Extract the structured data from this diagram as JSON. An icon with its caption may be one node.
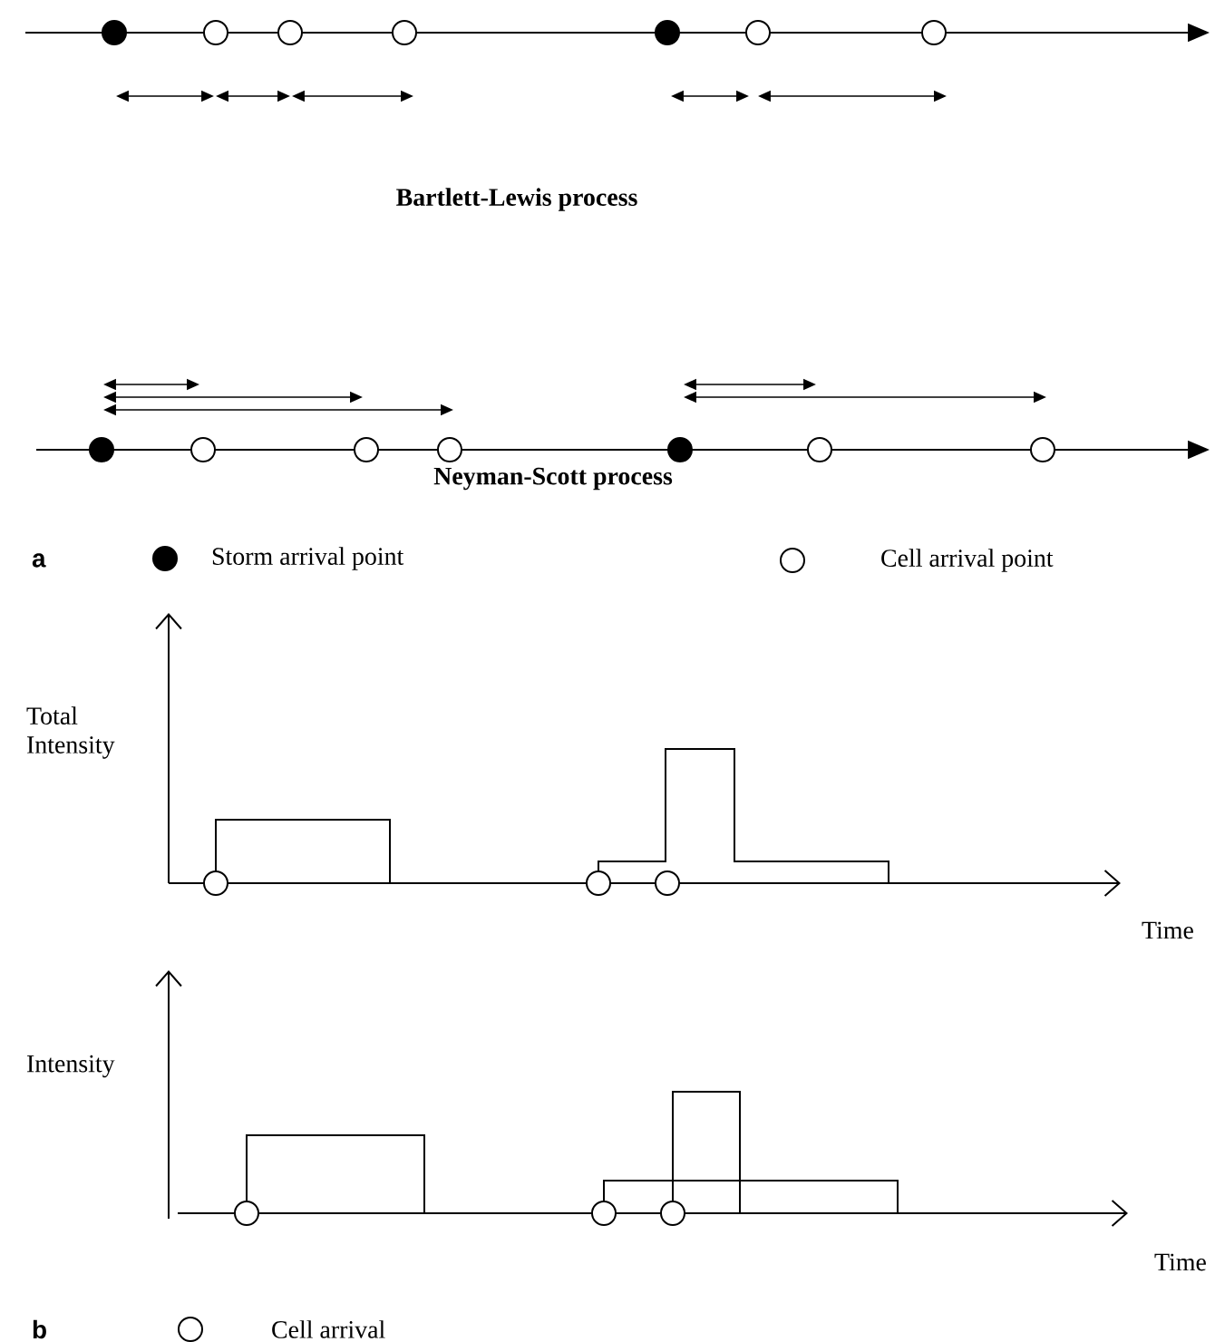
{
  "diagram": {
    "labels": [
      "Bartlett-Lewis process",
      "Neyman-Scott process",
      "a",
      "Total Intensity",
      "Time",
      "Intensity",
      "Time",
      "b"
    ],
    "legend": [
      {
        "text": "Storm arrival point"
      },
      {
        "text": "Cell arrival point"
      },
      {
        "text": "Cell arrival"
      }
    ]
  }
}
